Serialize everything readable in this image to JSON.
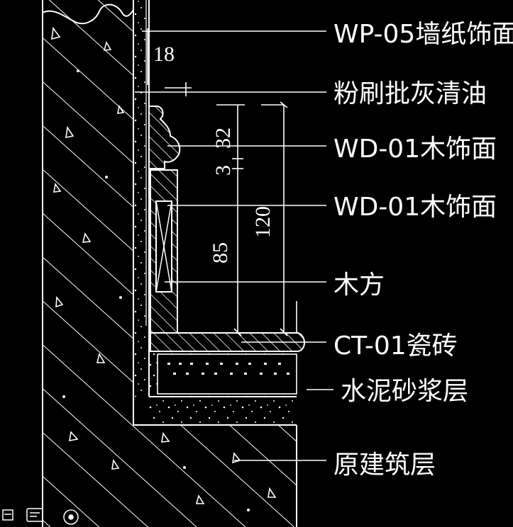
{
  "labels": {
    "wallpaper": "WP-05墙纸饰面",
    "putty": "粉刷批灰清油",
    "wood_trim": "WD-01木饰面",
    "wood_skirting": "WD-01木饰面",
    "timber": "木方",
    "tile": "CT-01瓷砖",
    "mortar": "水泥砂浆层",
    "structure": "原建筑层"
  },
  "dimensions": {
    "wall_finish": "18",
    "trim_height": "32",
    "trim_step": "3",
    "skirting_height": "120",
    "timber_height": "85"
  },
  "colors": {
    "background": "#000000",
    "linework": "#ffffff"
  },
  "icons": [
    "model-tab-icon",
    "layout-tab-icon",
    "navigation-icon"
  ]
}
